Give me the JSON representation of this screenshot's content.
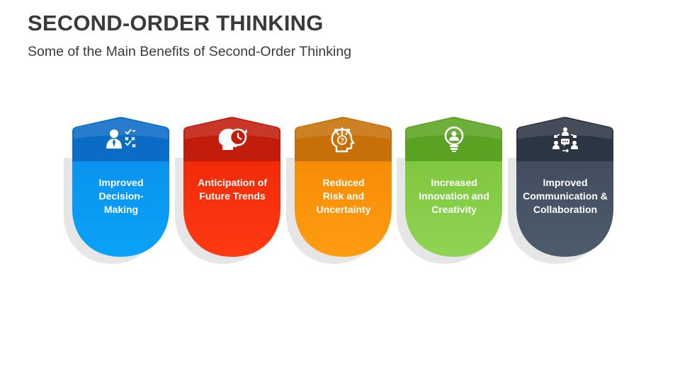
{
  "slide": {
    "title": "SECOND-ORDER THINKING",
    "subtitle": "Some of the Main Benefits of Second-Order Thinking"
  },
  "cards": [
    {
      "lines": [
        "Improved",
        "Decision-",
        "Making"
      ],
      "icon": "decision-strategy-icon",
      "colors": {
        "header": "#0a6cc4",
        "body_top": "#0a93ee",
        "body_bottom": "#0aa2f8"
      }
    },
    {
      "lines": [
        "Anticipation of",
        "Future Trends"
      ],
      "icon": "head-future-icon",
      "colors": {
        "header": "#c21c0c",
        "body_top": "#f02a07",
        "body_bottom": "#ff3a12"
      }
    },
    {
      "lines": [
        "Reduced",
        "Risk and",
        "Uncertainty"
      ],
      "icon": "head-question-icon",
      "colors": {
        "header": "#c77007",
        "body_top": "#f58c05",
        "body_bottom": "#ff9c12"
      }
    },
    {
      "lines": [
        "Increased",
        "Innovation and",
        "Creativity"
      ],
      "icon": "lightbulb-person-icon",
      "colors": {
        "header": "#5aa322",
        "body_top": "#7fc73d",
        "body_bottom": "#8fd454"
      }
    },
    {
      "lines": [
        "Improved",
        "Communication &",
        "Collaboration"
      ],
      "icon": "team-communication-icon",
      "colors": {
        "header": "#2c3544",
        "body_top": "#414d5e",
        "body_bottom": "#4e5b6d"
      }
    }
  ]
}
